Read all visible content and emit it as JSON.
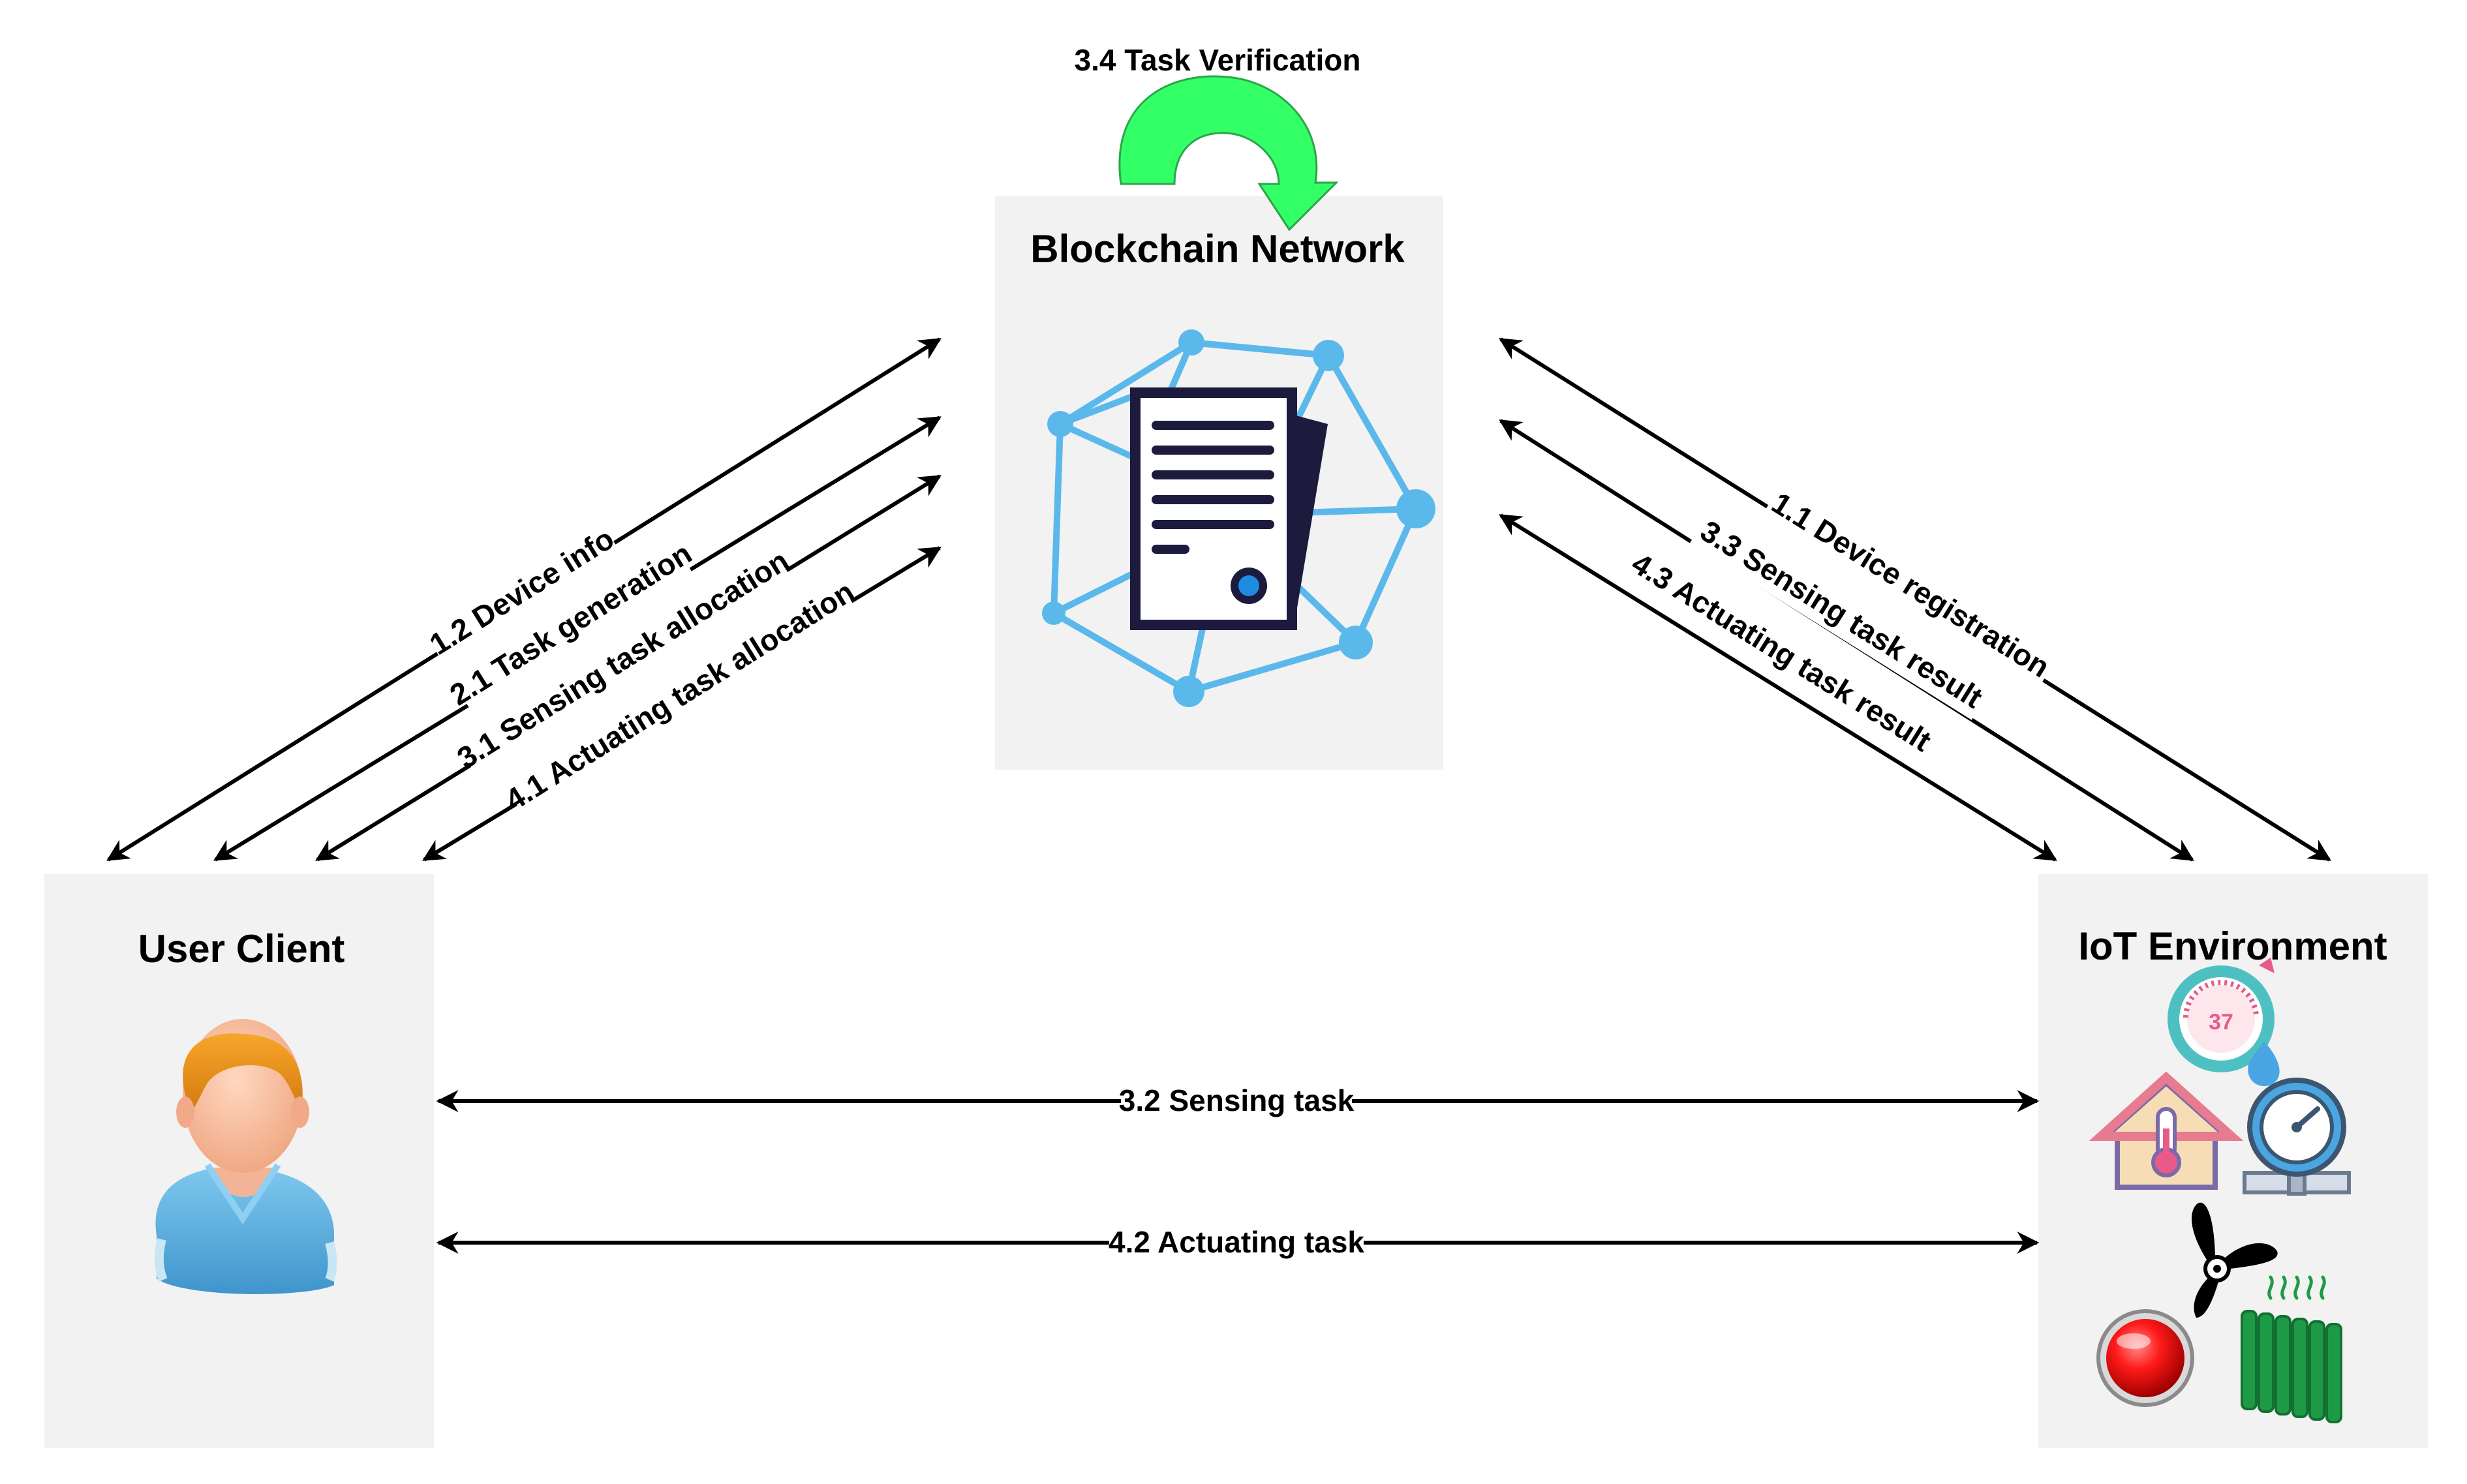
{
  "blockchain": {
    "title": "Blockchain Network",
    "self_loop_label": "3.4 Task Verification"
  },
  "user": {
    "title": "User Client"
  },
  "iot": {
    "title": "IoT Environment",
    "thermometer_reading": "37"
  },
  "links_user_blockchain": [
    "1.2 Device info",
    "2.1 Task generation",
    "3.1 Sensing task allocation",
    "4.1 Actuating task allocation"
  ],
  "links_iot_blockchain": [
    "1.1 Device registration",
    "3.3 Sensing task result",
    "4.3 Actuating task result"
  ],
  "links_user_iot": [
    "3.2 Sensing task",
    "4.2 Actuating task"
  ],
  "colors": {
    "box_fill": "#f2f2f2",
    "network_blue": "#5bb8ea",
    "document_dark": "#1c1a3d",
    "verification_green": "#33ff66",
    "arrow": "#000000"
  }
}
